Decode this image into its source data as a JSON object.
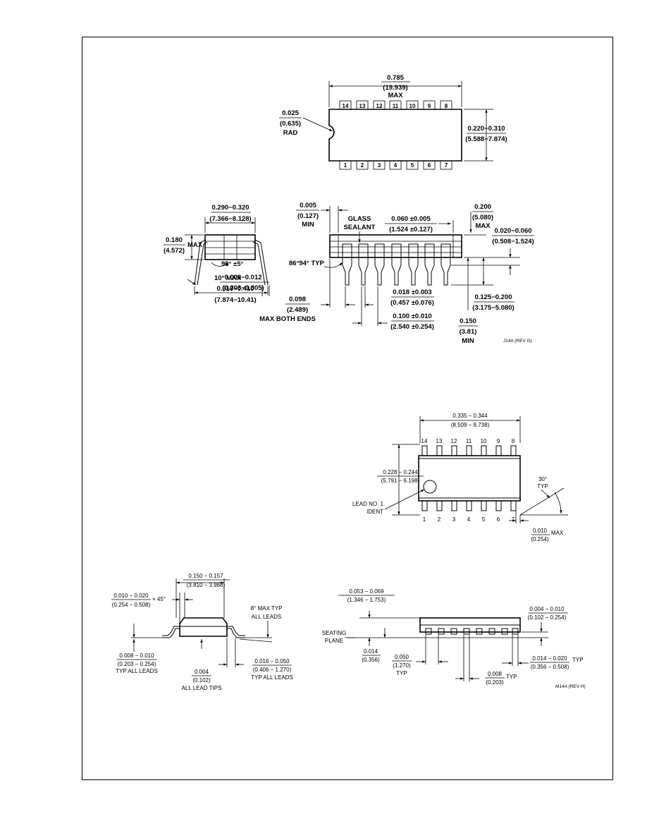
{
  "dip_top": {
    "length_value": "0.785",
    "length_metric": "(19.939)",
    "length_note": "MAX",
    "notch_value": "0.025",
    "notch_metric": "(0.635)",
    "notch_note": "RAD",
    "width_value": "0.220−0.310",
    "width_metric": "(5.588−7.874)",
    "top_pins": [
      "14",
      "13",
      "12",
      "11",
      "10",
      "9",
      "8"
    ],
    "bottom_pins": [
      "1",
      "2",
      "3",
      "4",
      "5",
      "6",
      "7"
    ]
  },
  "dip_end": {
    "body_width_value": "0.290−0.320",
    "body_width_metric": "(7.366−8.128)",
    "height_value": "0.180",
    "height_metric": "(4.572)",
    "height_note": "MAX",
    "angle": "95° ±5°",
    "lead_angle": "10° MAX",
    "lead_thick_value": "0.008−0.012",
    "lead_thick_metric": "(0.203−0.305)",
    "lead_span_value": "0.310−0.410",
    "lead_span_metric": "(7.874−10.41)"
  },
  "dip_side": {
    "standoff_value": "0.005",
    "standoff_metric": "(0.127)",
    "standoff_note": "MIN",
    "glass": "GLASS",
    "sealant": "SEALANT",
    "step_value": "0.060 ±0.005",
    "step_metric": "(1.524 ±0.127)",
    "seat_value": "0.200",
    "seat_metric": "(5.080)",
    "seat_note": "MAX",
    "lead_angle": "86°94° TYP",
    "shoulder_value": "0.020−0.060",
    "shoulder_metric": "(0.508−1.524)",
    "end_value": "0.098",
    "end_metric": "(2.489)",
    "end_note": "MAX BOTH ENDS",
    "lead_w_value": "0.018 ±0.003",
    "lead_w_metric": "(0.457 ±0.076)",
    "pitch_value": "0.100 ±0.010",
    "pitch_metric": "(2.540 ±0.254)",
    "lead_len_value": "0.125−0.200",
    "lead_len_metric": "(3.175−5.080)",
    "min_len_value": "0.150",
    "min_len_metric": "(3.81)",
    "min_len_note": "MIN",
    "drawing_ref": "J14A (REV G)"
  },
  "soic_top": {
    "length_value": "0.335 − 0.344",
    "length_metric": "(8.509 − 8.738)",
    "width_value": "0.228 − 0.244",
    "width_metric": "(5.791 − 6.198)",
    "angle_value": "30°",
    "angle_note": "TYP",
    "lead1_a": "LEAD NO. 1",
    "lead1_b": "IDENT",
    "offset_value": "0.010",
    "offset_note": "MAX",
    "offset_metric": "(0.254)",
    "top_pins": [
      "14",
      "13",
      "12",
      "11",
      "10",
      "9",
      "8"
    ],
    "bottom_pins": [
      "1",
      "2",
      "3",
      "4",
      "5",
      "6",
      "7"
    ]
  },
  "soic_end": {
    "width_value": "0.150 − 0.157",
    "width_metric": "(3.810 − 3.988)",
    "chamfer_value": "0.010 − 0.020",
    "chamfer_mult": "× 45°",
    "chamfer_metric": "(0.254 − 0.508)",
    "angle_a": "8° MAX TYP",
    "angle_b": "ALL LEADS",
    "thick_value": "0.008 − 0.010",
    "thick_metric": "(0.203 − 0.254)",
    "thick_note": "TYP ALL LEADS",
    "tip_value": "0.004",
    "tip_metric": "(0.102)",
    "tip_note": "ALL LEAD TIPS",
    "foot_value": "0.016 − 0.050",
    "foot_metric": "(0.406 − 1.270)",
    "foot_note": "TYP ALL LEADS"
  },
  "soic_side": {
    "height_value": "0.053 − 0.069",
    "height_metric": "(1.346 − 1.753)",
    "seat_a": "SEATING",
    "seat_b": "PLANE",
    "standoff_value": "0.004 − 0.010",
    "standoff_metric": "(0.102 − 0.254)",
    "lead_h_value": "0.014",
    "lead_h_metric": "(0.356)",
    "pitch_value": "0.050",
    "pitch_metric": "(1.270)",
    "pitch_note": "TYP",
    "lead_t_value": "0.008",
    "lead_t_metric": "(0.203)",
    "lead_t_note": "TYP",
    "lead_w_value": "0.014 − 0.020",
    "lead_w_note": "TYP",
    "lead_w_metric": "(0.356 − 0.508)",
    "drawing_ref": "M14A (REV H)"
  }
}
